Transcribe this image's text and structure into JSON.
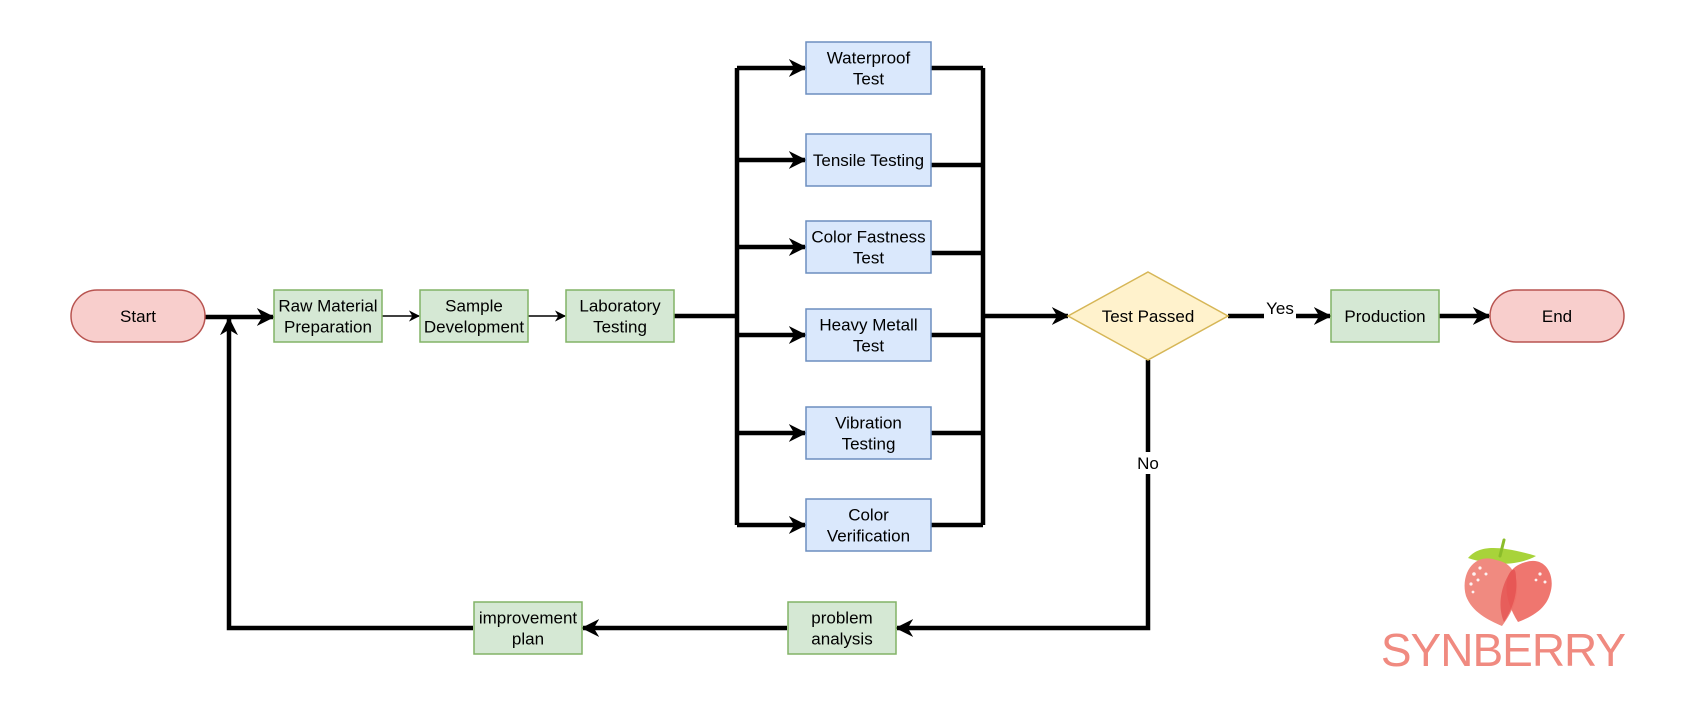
{
  "diagram": {
    "nodes": {
      "start": {
        "label": "Start",
        "shape": "terminator",
        "fill": "#f8cecc",
        "stroke": "#b85450"
      },
      "raw_material": {
        "label": "Raw Material|Preparation",
        "shape": "process",
        "fill": "#d5e8d4",
        "stroke": "#82b366"
      },
      "sample_development": {
        "label": "Sample|Development",
        "shape": "process",
        "fill": "#d5e8d4",
        "stroke": "#82b366"
      },
      "lab_testing": {
        "label": "Laboratory|Testing",
        "shape": "process",
        "fill": "#d5e8d4",
        "stroke": "#82b366"
      },
      "waterproof": {
        "label": "Waterproof|Test",
        "shape": "process",
        "fill": "#dae8fc",
        "stroke": "#6c8ebf"
      },
      "tensile": {
        "label": "Tensile Testing",
        "shape": "process",
        "fill": "#dae8fc",
        "stroke": "#6c8ebf"
      },
      "color_fastness": {
        "label": "Color Fastness|Test",
        "shape": "process",
        "fill": "#dae8fc",
        "stroke": "#6c8ebf"
      },
      "heavy_metal": {
        "label": "Heavy Metall|Test",
        "shape": "process",
        "fill": "#dae8fc",
        "stroke": "#6c8ebf"
      },
      "vibration": {
        "label": "Vibration|Testing",
        "shape": "process",
        "fill": "#dae8fc",
        "stroke": "#6c8ebf"
      },
      "color_verification": {
        "label": "Color|Verification",
        "shape": "process",
        "fill": "#dae8fc",
        "stroke": "#6c8ebf"
      },
      "test_passed": {
        "label": "Test Passed",
        "shape": "decision",
        "fill": "#fff2cc",
        "stroke": "#d6b656"
      },
      "production": {
        "label": "Production",
        "shape": "process",
        "fill": "#d5e8d4",
        "stroke": "#82b366"
      },
      "end": {
        "label": "End",
        "shape": "terminator",
        "fill": "#f8cecc",
        "stroke": "#b85450"
      },
      "problem_analysis": {
        "label": "problem|analysis",
        "shape": "process",
        "fill": "#d5e8d4",
        "stroke": "#82b366"
      },
      "improvement_plan": {
        "label": "improvement|plan",
        "shape": "process",
        "fill": "#d5e8d4",
        "stroke": "#82b366"
      }
    },
    "edges": {
      "yes_label": "Yes",
      "no_label": "No"
    },
    "line_color": "#000000"
  },
  "logo": {
    "name": "SYNBERRY",
    "icon": "strawberry-logo-icon",
    "color": "#f08a80",
    "leaf_color": "#a8d33a"
  }
}
